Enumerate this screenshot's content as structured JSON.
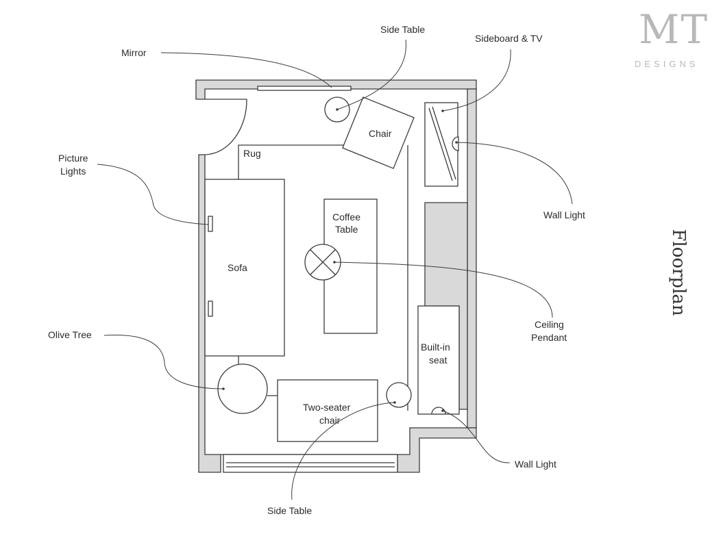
{
  "brand": {
    "mark": "MT",
    "sub": "DESIGNS"
  },
  "page_title": "Floorplan",
  "callouts": {
    "mirror": "Mirror",
    "side_table_top": "Side Table",
    "sideboard_tv": "Sideboard & TV",
    "picture_lights": [
      "Picture",
      "Lights"
    ],
    "wall_light_right": "Wall Light",
    "ceiling_pendant": [
      "Ceiling",
      "Pendant"
    ],
    "olive_tree": "Olive Tree",
    "wall_light_bottom": "Wall Light",
    "side_table_bottom": "Side Table"
  },
  "furniture": {
    "rug": "Rug",
    "chair": "Chair",
    "sofa": "Sofa",
    "coffee_table": [
      "Coffee",
      "Table"
    ],
    "built_in_seat": [
      "Built-in",
      "seat"
    ],
    "two_seater_chair": [
      "Two-seater",
      "chair"
    ]
  },
  "colors": {
    "wall_fill": "#d9d9d9",
    "line": "#3a3a3a",
    "logo": "#b8b8b8"
  }
}
